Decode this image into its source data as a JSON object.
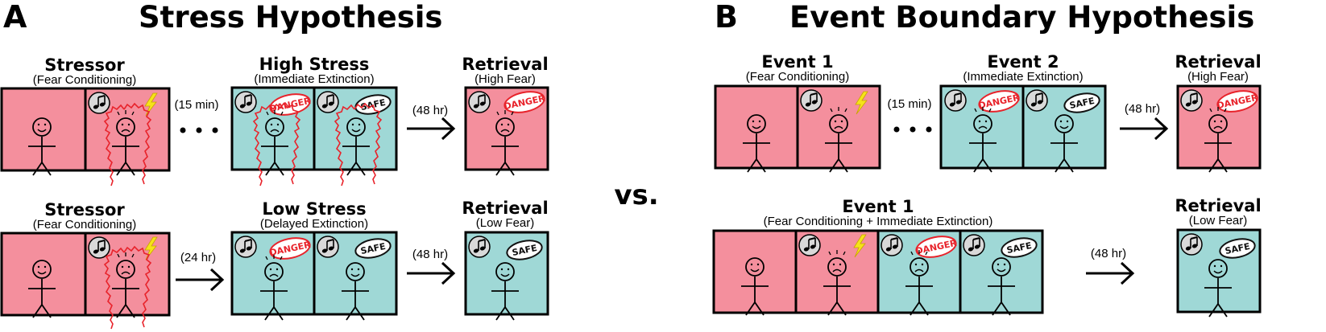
{
  "panel_a": {
    "letter": "A",
    "title": "Stress Hypothesis",
    "row1": {
      "stressor_title": "Stressor",
      "stressor_sub": "(Fear Conditioning)",
      "gap_time": "(15 min)",
      "phase_title": "High Stress",
      "phase_sub": "(Immediate Extinction)",
      "delay": "(48 hr)",
      "retrieval_title": "Retrieval",
      "retrieval_sub": "(High Fear)"
    },
    "row2": {
      "stressor_title": "Stressor",
      "stressor_sub": "(Fear Conditioning)",
      "gap_time": "(24 hr)",
      "phase_title": "Low Stress",
      "phase_sub": "(Delayed Extinction)",
      "delay": "(48 hr)",
      "retrieval_title": "Retrieval",
      "retrieval_sub": "(Low Fear)"
    }
  },
  "vs_label": "vs.",
  "panel_b": {
    "letter": "B",
    "title": "Event Boundary Hypothesis",
    "row1": {
      "event1_title": "Event 1",
      "event1_sub": "(Fear Conditioning)",
      "gap_time": "(15 min)",
      "event2_title": "Event 2",
      "event2_sub": "(Immediate Extinction)",
      "delay": "(48 hr)",
      "retrieval_title": "Retrieval",
      "retrieval_sub": "(High Fear)"
    },
    "row2": {
      "event1_title": "Event 1",
      "event1_sub": "(Fear Conditioning + Immediate Extinction)",
      "delay": "(48 hr)",
      "retrieval_title": "Retrieval",
      "retrieval_sub": "(Low Fear)"
    }
  },
  "tags": {
    "danger": "DANGER",
    "safe": "SAFE"
  },
  "icons": {
    "tone": "music-note-icon",
    "shock": "lightning-bolt-icon",
    "stress": "stress-outline-icon"
  },
  "colors": {
    "fear_box": "#f48f9d",
    "safe_box": "#9fd8d6",
    "danger_text": "#e8232b",
    "stress_line": "#e8232b",
    "bolt": "#f5e31a"
  }
}
